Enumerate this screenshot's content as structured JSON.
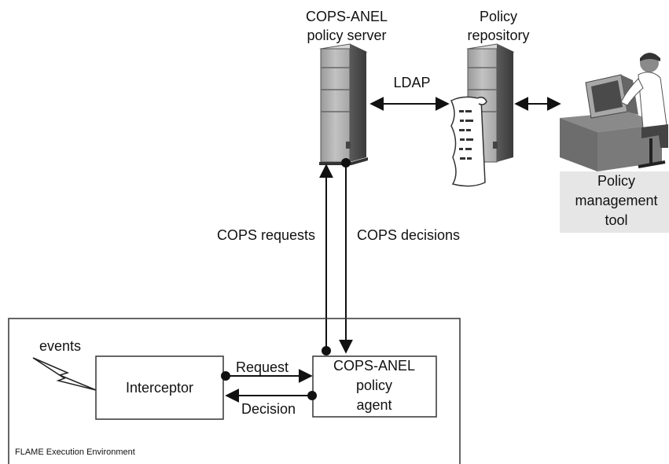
{
  "nodes": {
    "policy_server": {
      "label_line1": "COPS-ANEL",
      "label_line2": "policy server"
    },
    "policy_repository": {
      "label_line1": "Policy",
      "label_line2": "repository"
    },
    "policy_management_tool": {
      "label_line1": "Policy",
      "label_line2": "management",
      "label_line3": "tool"
    },
    "interceptor": {
      "label": "Interceptor"
    },
    "policy_agent": {
      "label_line1": "COPS-ANEL",
      "label_line2": "policy",
      "label_line3": "agent"
    }
  },
  "edges": {
    "ldap": "LDAP",
    "cops_requests": "COPS requests",
    "cops_decisions": "COPS decisions",
    "request": "Request",
    "decision": "Decision",
    "events": "events"
  },
  "environment": {
    "label": "FLAME Execution Environment"
  }
}
